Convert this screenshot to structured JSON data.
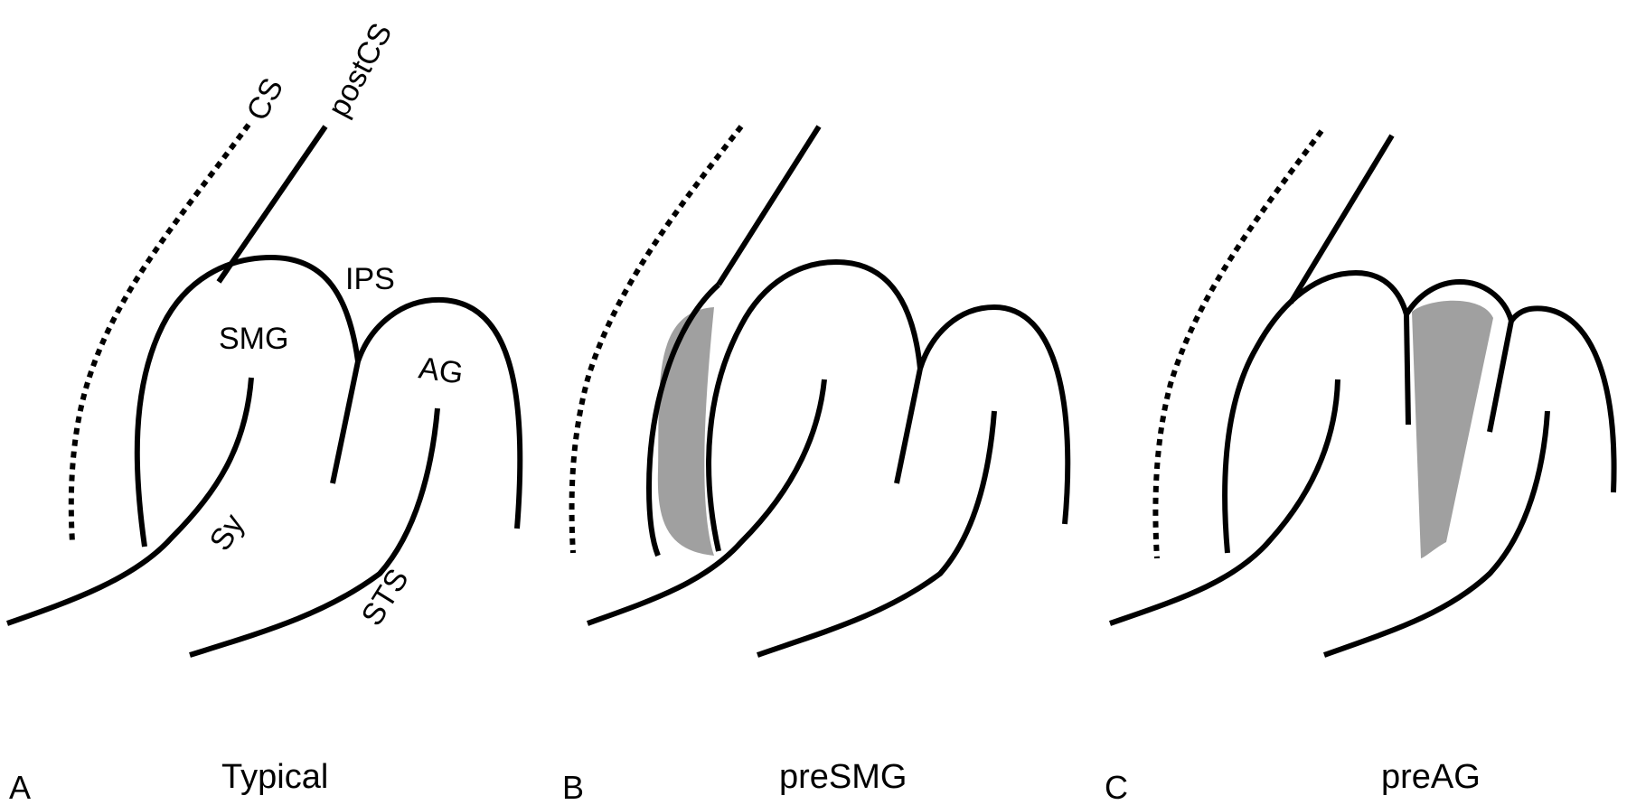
{
  "colors": {
    "line": "#000000",
    "shade": "#a0a0a0",
    "background": "#ffffff"
  },
  "labels": {
    "cs": "CS",
    "postcs": "postCS",
    "ips": "IPS",
    "smg": "SMG",
    "ag": "AG",
    "sy": "Sy",
    "sts": "STS"
  },
  "panels": [
    {
      "letter": "A",
      "caption": "Typical"
    },
    {
      "letter": "B",
      "caption": "preSMG"
    },
    {
      "letter": "C",
      "caption": "preAG"
    }
  ]
}
